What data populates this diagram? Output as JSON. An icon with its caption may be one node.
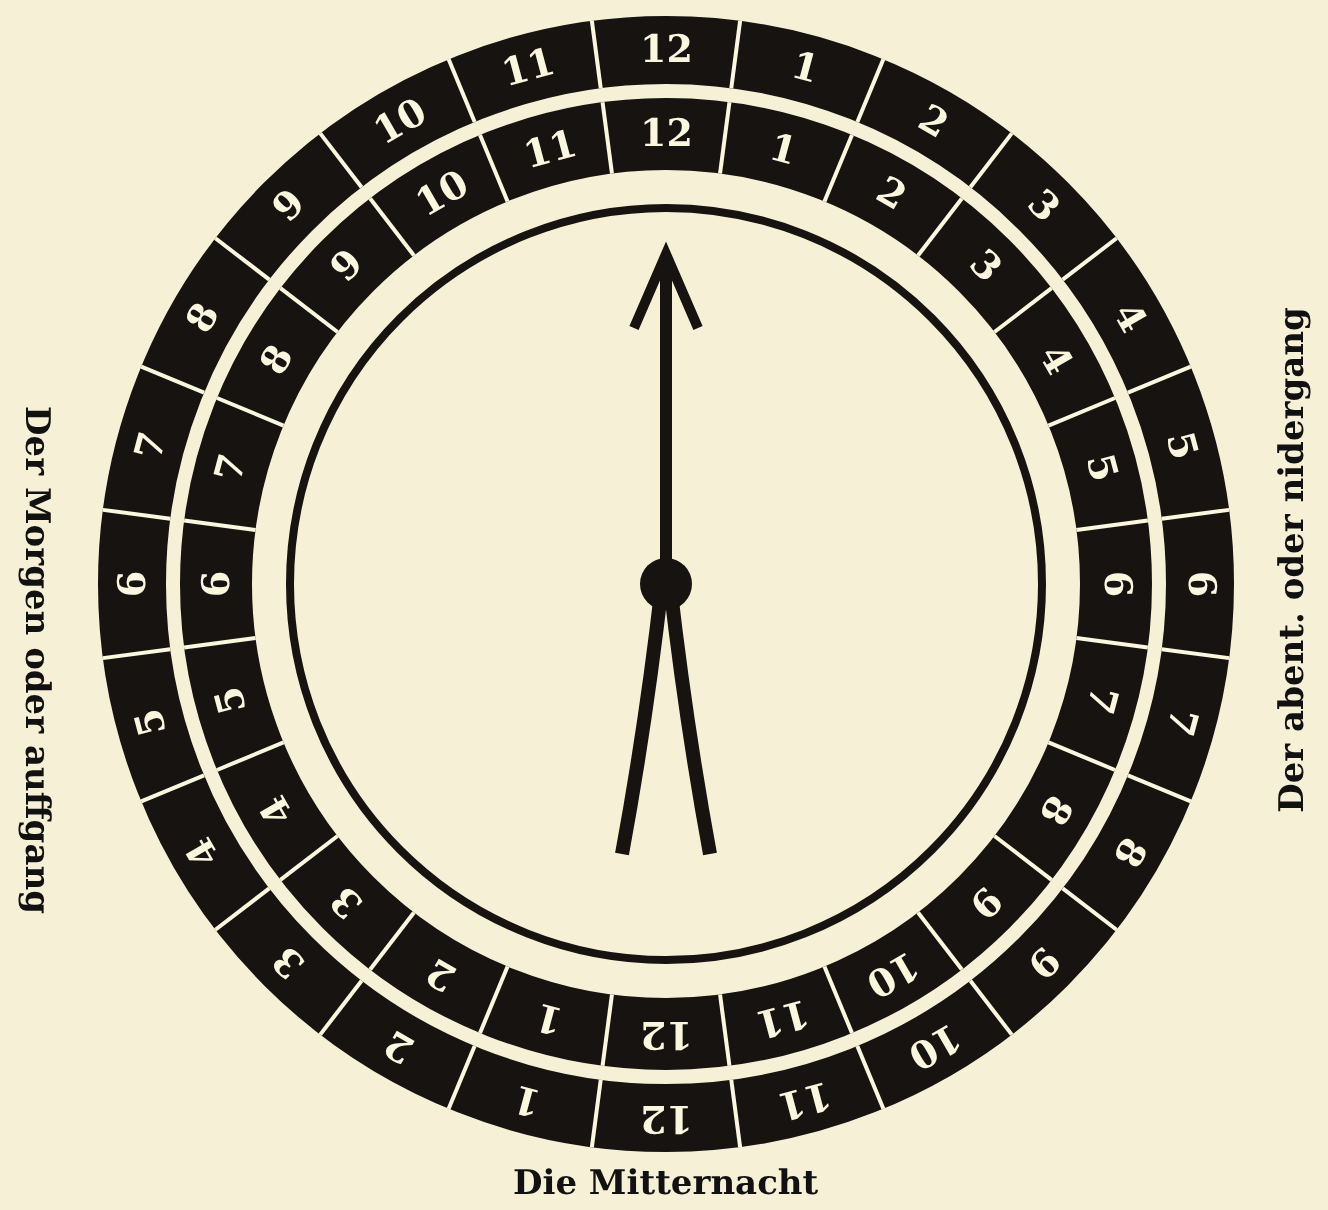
{
  "diagram": {
    "labels": [
      "12",
      "1",
      "2",
      "3",
      "4",
      "5",
      "6",
      "7",
      "8",
      "9",
      "10",
      "11",
      "12",
      "1",
      "2",
      "3",
      "4",
      "5",
      "6",
      "7",
      "8",
      "9",
      "10",
      "11",
      "12",
      "1",
      "2",
      "3",
      "4",
      "5",
      "6",
      "7",
      "8",
      "9",
      "10",
      "11",
      "12",
      "1",
      "2",
      "3",
      "4",
      "5",
      "6",
      "7",
      "8",
      "9",
      "10",
      "11",
      "Der Morgen oder auffgang",
      "Der abent. oder nidergang",
      "Die Mitternacht"
    ]
  }
}
